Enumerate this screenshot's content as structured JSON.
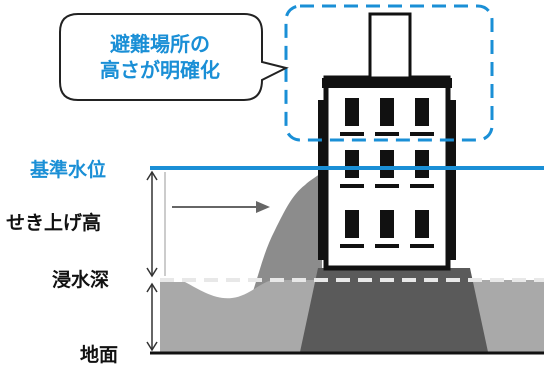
{
  "callout": {
    "line1": "避難場所の",
    "line2": "高さが明確化"
  },
  "labels": {
    "reference_level": "基準水位",
    "runup_height": "せき上げ高",
    "inundation_depth": "浸水深",
    "ground": "地面"
  },
  "colors": {
    "accent_blue": "#1a8fd6",
    "water_gray": "#a9a9a9",
    "wave_gray": "#8c8c8c",
    "foundation_dark": "#5a5a5a",
    "text": "#111111"
  }
}
